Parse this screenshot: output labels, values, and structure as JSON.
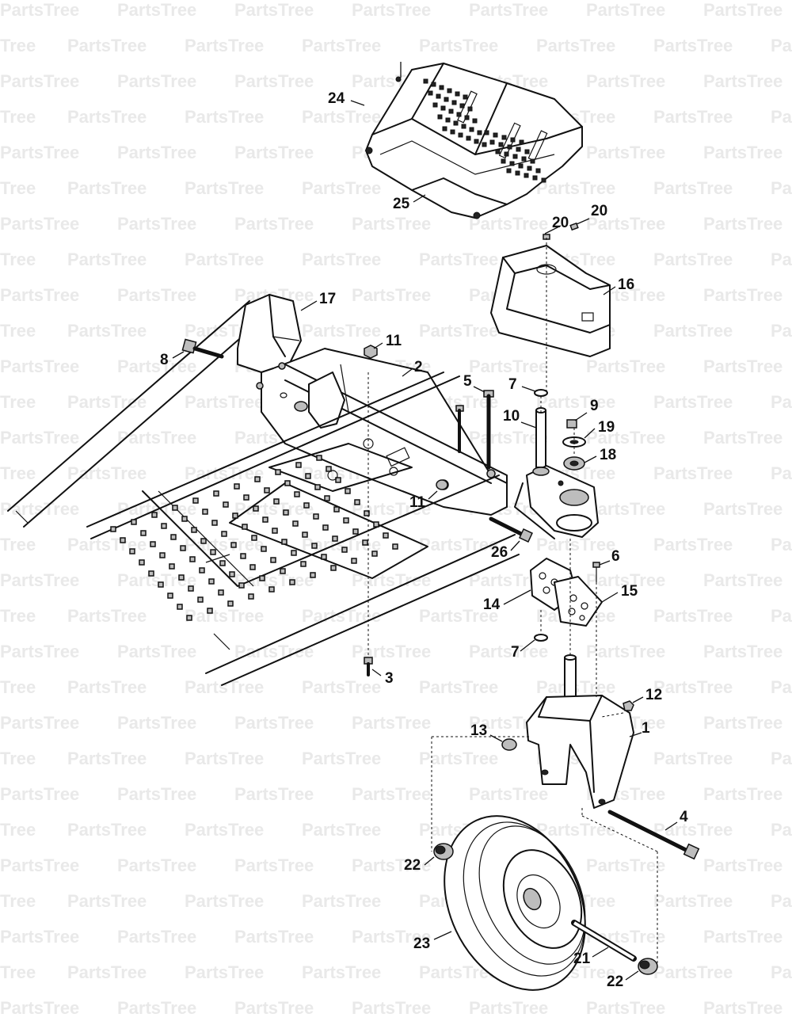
{
  "watermark": {
    "text": "PartsTree",
    "fragment": "Tree",
    "color": "#e9e9e9"
  },
  "callouts": [
    {
      "id": "c24",
      "label": "24"
    },
    {
      "id": "c25",
      "label": "25"
    },
    {
      "id": "c20a",
      "label": "20"
    },
    {
      "id": "c20b",
      "label": "20"
    },
    {
      "id": "c17",
      "label": "17"
    },
    {
      "id": "c16",
      "label": "16"
    },
    {
      "id": "c8",
      "label": "8"
    },
    {
      "id": "c11a",
      "label": "11"
    },
    {
      "id": "c2",
      "label": "2"
    },
    {
      "id": "c5",
      "label": "5"
    },
    {
      "id": "c7a",
      "label": "7"
    },
    {
      "id": "c9",
      "label": "9"
    },
    {
      "id": "c10",
      "label": "10"
    },
    {
      "id": "c19",
      "label": "19"
    },
    {
      "id": "c18",
      "label": "18"
    },
    {
      "id": "c11b",
      "label": "11"
    },
    {
      "id": "c26",
      "label": "26"
    },
    {
      "id": "c6",
      "label": "6"
    },
    {
      "id": "c15",
      "label": "15"
    },
    {
      "id": "c14",
      "label": "14"
    },
    {
      "id": "c7b",
      "label": "7"
    },
    {
      "id": "c3",
      "label": "3"
    },
    {
      "id": "c12",
      "label": "12"
    },
    {
      "id": "c1",
      "label": "1"
    },
    {
      "id": "c13",
      "label": "13"
    },
    {
      "id": "c4",
      "label": "4"
    },
    {
      "id": "c22a",
      "label": "22"
    },
    {
      "id": "c23",
      "label": "23"
    },
    {
      "id": "c21",
      "label": "21"
    },
    {
      "id": "c22b",
      "label": "22"
    }
  ]
}
